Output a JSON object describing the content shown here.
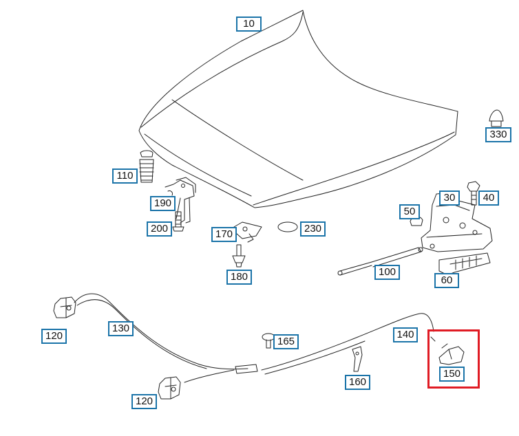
{
  "callouts": {
    "c10": "10",
    "c330": "330",
    "c110": "110",
    "c190": "190",
    "c200": "200",
    "c30": "30",
    "c40": "40",
    "c50": "50",
    "c170": "170",
    "c230": "230",
    "c180": "180",
    "c100": "100",
    "c60": "60",
    "c120a": "120",
    "c130": "130",
    "c165": "165",
    "c140": "140",
    "c150": "150",
    "c160": "160",
    "c120b": "120"
  },
  "highlight": {
    "part": "150",
    "color": "#e01b24"
  },
  "colors": {
    "callout_border": "#1a73a8",
    "line_art": "#222222"
  }
}
